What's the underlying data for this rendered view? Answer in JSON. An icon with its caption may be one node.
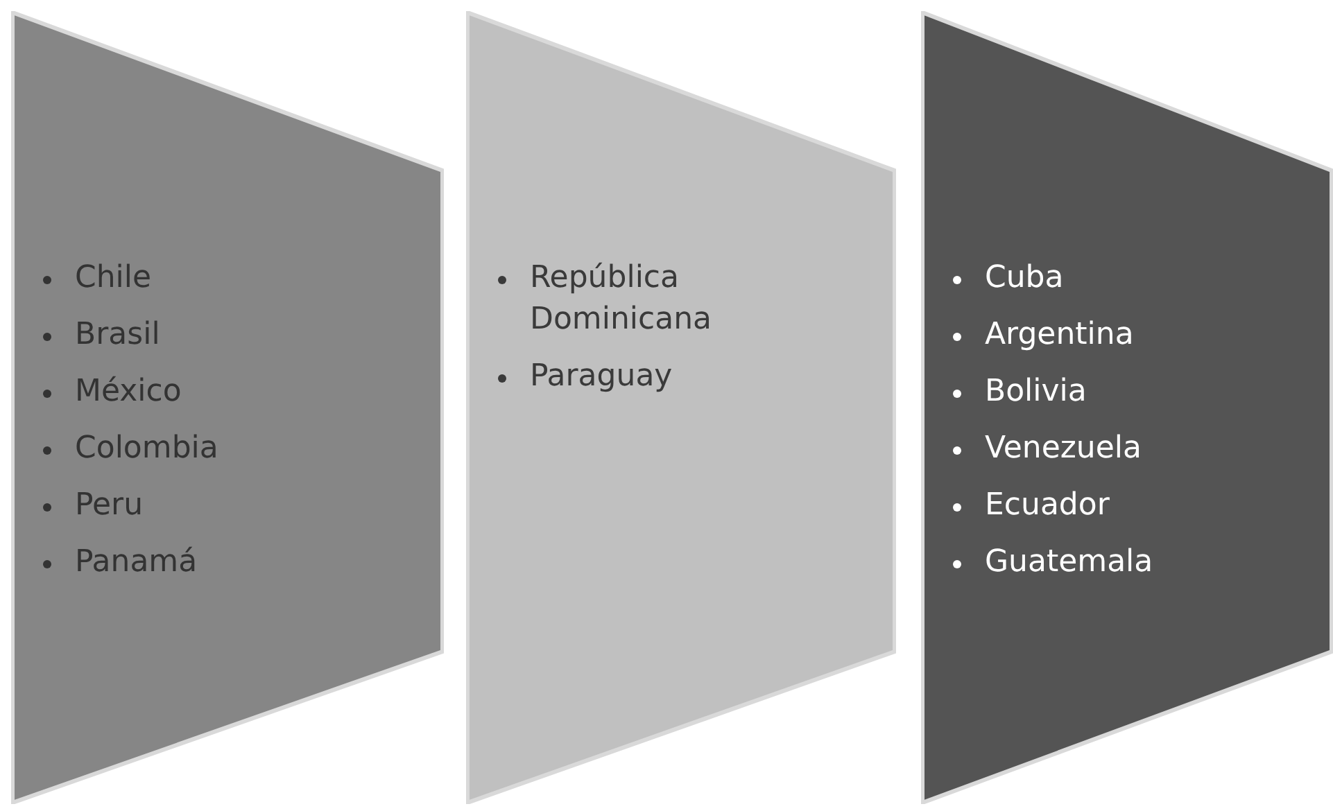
{
  "diagram": {
    "nodes": [
      {
        "text": [
          "Chile",
          "Brasil",
          "México",
          "Colombia",
          "Peru",
          "Panamá"
        ]
      },
      {
        "text": [
          "República Dominicana",
          "Paraguay"
        ]
      },
      {
        "text": [
          "Cuba",
          "Argentina",
          "Bolivia",
          "Venezuela",
          "Ecuador",
          "Guatemala"
        ]
      }
    ]
  }
}
